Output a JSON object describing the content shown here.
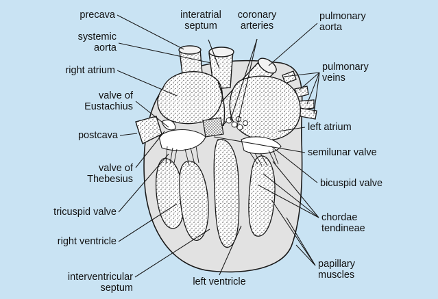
{
  "labels": {
    "precava": "precava",
    "systemic_aorta": "systemic\naorta",
    "right_atrium": "right atrium",
    "valve_of_eustachius": "valve of\nEustachius",
    "postcava": "postcava",
    "valve_of_thebesius": "valve of\nThebesius",
    "tricuspid_valve": "tricuspid valve",
    "right_ventricle": "right ventricle",
    "interventricular_septum": "interventricular\nseptum",
    "interatrial_septum": "interatrial\nseptum",
    "coronary_arteries": "coronary\narteries",
    "pulmonary_aorta": "pulmonary\naorta",
    "pulmonary_veins": "pulmonary\nveins",
    "left_atrium": "left atrium",
    "semilunar_valve": "semilunar valve",
    "bicuspid_valve": "bicuspid valve",
    "chordae_tendineae": "chordae\ntendineae",
    "papillary_muscles": "papillary\nmuscles",
    "left_ventricle": "left ventricle"
  },
  "colors": {
    "background": "#c9e3f3",
    "heart_outer": "#e2e2e2",
    "chamber_fill": "#ffffff",
    "stipple": "#4a4a4a",
    "outline": "#1a1a1a",
    "leader_line": "#1a1a1a",
    "text": "#111111"
  }
}
